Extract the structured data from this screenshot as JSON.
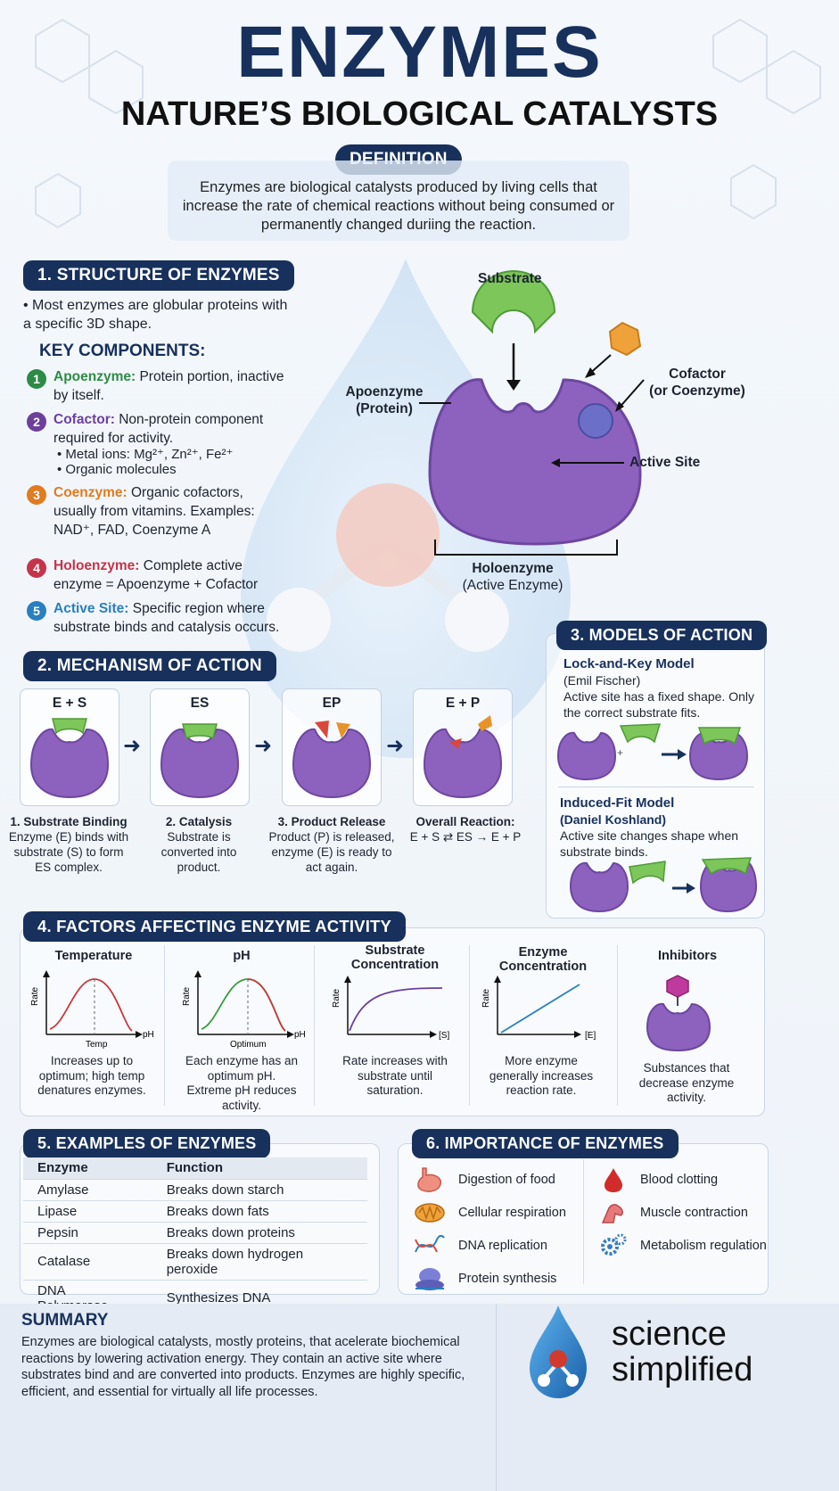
{
  "header": {
    "title": "ENZYMES",
    "subtitle": "NATURE’S BIOLOGICAL CATALYSTS"
  },
  "definition": {
    "label": "DEFINITION",
    "text": "Enzymes are biological catalysts produced by living cells that increase the rate of chemical reactions without being consumed or permanently changed duriing the reaction."
  },
  "structure": {
    "heading": "1. STRUCTURE OF ENZYMES",
    "bullet": "Most enzymes are globular proteins with a specific 3D shape.",
    "key_heading": "KEY COMPONENTS:",
    "items": [
      {
        "n": "1",
        "name": "Apoenzyme:",
        "text": "Protein portion, inactive by itself.",
        "color": "#2e8b45"
      },
      {
        "n": "2",
        "name": "Cofactor:",
        "text": "Non-protein component required for activity.",
        "color": "#6d3f9c"
      },
      {
        "n": "3",
        "name": "Coenzyme:",
        "text": "Organic cofactors, usually from vitamins. Examples: NAD⁺, FAD, Coenzyme A",
        "color": "#e07b22"
      },
      {
        "n": "4",
        "name": "Holoenzyme:",
        "text": "Complete active enzyme = Apoenzyme + Cofactor",
        "color": "#c4344a"
      },
      {
        "n": "5",
        "name": "Active Site:",
        "text": "Specific region where substrate binds and catalysis occurs.",
        "color": "#2a7fc0"
      }
    ],
    "sub_bullets": [
      "Metal ions: Mg²⁺, Zn²⁺, Fe²⁺",
      "Organic molecules"
    ]
  },
  "diagram": {
    "substrate": "Substrate",
    "cofactor": "Cofactor",
    "cofactor2": "(or Coenzyme)",
    "apo": "Apoenzyme",
    "apo2": "(Protein)",
    "active": "Active Site",
    "holo": "Holoenzyme",
    "holo2": "(Active Enzyme)"
  },
  "mechanism": {
    "heading": "2. MECHANISM OF ACTION",
    "boxes": [
      "E + S",
      "ES",
      "EP",
      "E + P"
    ],
    "steps": [
      {
        "title": "1. Substrate Binding",
        "text": "Enzyme (E) binds with substrate (S) to form ES complex."
      },
      {
        "title": "2. Catalysis",
        "text": "Substrate is converted into product."
      },
      {
        "title": "3. Product Release",
        "text": "Product (P) is released, enzyme (E) is ready to act again."
      },
      {
        "title": "Overall Reaction:",
        "text": "E + S ⇄ ES → E + P"
      }
    ]
  },
  "models": {
    "heading": "3. MODELS OF ACTION",
    "lock_title": "Lock-and-Key Model",
    "lock_author": "(Emil Fischer)",
    "lock_text": "Active site has a fixed shape. Only the correct substrate fits.",
    "induced_title": "Induced-Fit Model",
    "induced_author": "(Daniel Koshland)",
    "induced_text": "Active site changes shape when substrate binds.",
    "plus": "+"
  },
  "factors": {
    "heading": "4. FACTORS AFFECTING ENZYME ACTIVITY",
    "axis_rate": "Rate",
    "items": [
      {
        "title": "Temperature",
        "xlabel": "Temp",
        "xend": "pH",
        "text": "Increases up to optimum; high temp denatures enzymes."
      },
      {
        "title": "pH",
        "xlabel": "Optimum",
        "xend": "pH",
        "text": "Each enzyme has an optimum pH. Extreme pH reduces activity."
      },
      {
        "title": "Substrate Concentration",
        "xlabel": "",
        "xend": "[S]",
        "text": "Rate increases with substrate until saturation."
      },
      {
        "title": "Enzyme Concentration",
        "xlabel": "",
        "xend": "[E]",
        "text": "More enzyme generally increases reaction rate."
      },
      {
        "title": "Inhibitors",
        "xlabel": "",
        "xend": "",
        "text": "Substances that decrease enzyme activity."
      }
    ]
  },
  "examples": {
    "heading": "5. EXAMPLES OF ENZYMES",
    "columns": [
      "Enzyme",
      "Function"
    ],
    "rows": [
      [
        "Amylase",
        "Breaks down starch"
      ],
      [
        "Lipase",
        "Breaks down fats"
      ],
      [
        "Pepsin",
        "Breaks down proteins"
      ],
      [
        "Catalase",
        "Breaks down hydrogen peroxide"
      ],
      [
        "DNA Polymerase",
        "Synthesizes DNA"
      ]
    ]
  },
  "importance": {
    "heading": "6. IMPORTANCE OF ENZYMES",
    "left": [
      {
        "icon": "stomach-icon",
        "label": "Digestion of food"
      },
      {
        "icon": "mitochondria-icon",
        "label": "Cellular respiration"
      },
      {
        "icon": "dna-icon",
        "label": "DNA replication"
      },
      {
        "icon": "ribosome-icon",
        "label": "Protein synthesis"
      }
    ],
    "right": [
      {
        "icon": "blood-drop-icon",
        "label": "Blood clotting"
      },
      {
        "icon": "muscle-arm-icon",
        "label": "Muscle contraction"
      },
      {
        "icon": "gears-icon",
        "label": "Metabolism regulation"
      }
    ]
  },
  "summary": {
    "heading": "SUMMARY",
    "text": "Enzymes are biological catalysts, mostly proteins, that acelerate biochemical reactions by lowering activation energy. They contain an active site where substrates bind and are converted into products. Enzymes are highly specific, efficient, and essential for virtually all life processes."
  },
  "brand": {
    "line1": "science",
    "line2": "simplified"
  },
  "colors": {
    "navy": "#17305c",
    "enzyme": "#8d62bf",
    "substrate": "#7cc65a",
    "product_orange": "#e8922a",
    "product_red": "#d9483b"
  }
}
